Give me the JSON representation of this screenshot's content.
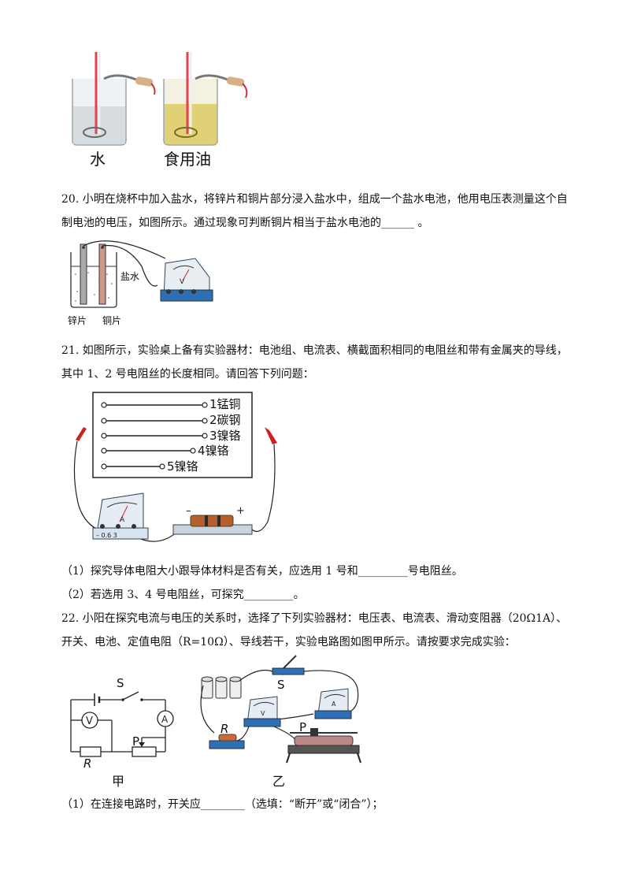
{
  "fig_beakers": {
    "water_label": "水",
    "oil_label": "食用油"
  },
  "q20": {
    "line1": "20. 小明在烧杯中加入盐水，将锌片和铜片部分浸入盐水中，组成一个盐水电池，他用电压表测量这个自",
    "line2": "制电池的电压，如图所示。通过现象可判断铜片相当于盐水电池的______ 。",
    "fig": {
      "salt_water": "盐水",
      "zinc": "锌片",
      "copper": "铜片",
      "meter": "V"
    }
  },
  "q21": {
    "line1": "21. 如图所示，实验桌上备有实验器材：电池组、电流表、横截面积相同的电阻丝和带有金属夹的导线，",
    "line2": "其中 1、2 号电阻丝的长度相同。请回答下列问题：",
    "wires": [
      "1锰铜",
      "2碳钢",
      "3镍铬",
      "4镍铬",
      "5镍铬"
    ],
    "fig": {
      "meter": "A",
      "terminals": "–  0.6  3",
      "minus": "–",
      "plus": "+"
    },
    "sub1": "（1）探究导体电阻大小跟导体材料是否有关，应选用 1 号和_________号电阻丝。",
    "sub2": "（2）若选用 3、4 号电阻丝，可探究_________。"
  },
  "q22": {
    "line1": "22. 小阳在探究电流与电压的关系时，选择了下列实验器材：电压表、电流表、滑动变阻器（20Ω1A）、",
    "line2": "开关、电池、定值电阻（R=10Ω）、导线若干，实验电路图如图甲所示。请按要求完成实验：",
    "fig_a": {
      "switch": "S",
      "voltmeter": "V",
      "ammeter": "A",
      "slider": "P",
      "resistor": "R",
      "caption": "甲"
    },
    "fig_b": {
      "switch": "S",
      "resistor": "R",
      "slider": "P",
      "voltmeter": "V",
      "ammeter": "A",
      "caption": "乙"
    },
    "sub1": "（1）在连接电路时，开关应________（选填：“断开”或“闭合”）；"
  }
}
